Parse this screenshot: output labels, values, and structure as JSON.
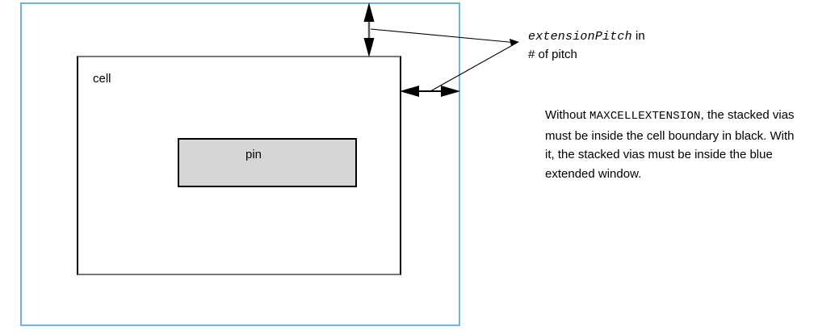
{
  "diagram": {
    "title": "Cell boundary and extended window diagram",
    "shapes": {
      "extended_window": {
        "name": "blue extended window",
        "color": "#6fb2f2",
        "label": ""
      },
      "cell_box": {
        "name": "cell boundary",
        "color": "#000000",
        "label": "cell"
      },
      "pin_box": {
        "name": "pin",
        "fill": "#d6d6d6",
        "border": "#000000",
        "label": "pin"
      }
    },
    "measurements": [
      {
        "name": "vertical-extension",
        "orientation": "vertical",
        "from": "cell boundary top",
        "to": "extended window top"
      },
      {
        "name": "horizontal-extension",
        "orientation": "horizontal",
        "from": "cell boundary right",
        "to": "extended window right"
      }
    ]
  },
  "annotations": {
    "pitch_callout": {
      "code": "extensionPitch",
      "after_code": " in",
      "line2": "# of pitch"
    },
    "note": {
      "part1": "Without ",
      "code": "MAXCELLEXTENSION",
      "part2": ", the stacked vias must be inside the cell boundary in black. With it, the stacked vias must be inside the blue extended window."
    }
  }
}
